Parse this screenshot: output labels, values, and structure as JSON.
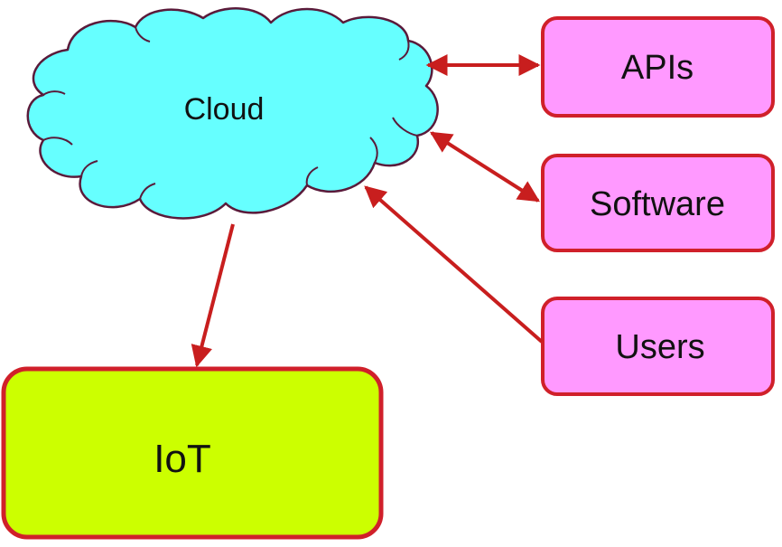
{
  "nodes": {
    "cloud": {
      "label": "Cloud"
    },
    "apis": {
      "label": "APIs"
    },
    "software": {
      "label": "Software"
    },
    "users": {
      "label": "Users"
    },
    "iot": {
      "label": "IoT"
    }
  },
  "colors": {
    "cloud_fill": "#66ffff",
    "cloud_stroke": "#5a1a3a",
    "box_fill": "#ff99ff",
    "box_stroke": "#d0202a",
    "iot_fill": "#ccff00",
    "arrow": "#c81e1e"
  }
}
